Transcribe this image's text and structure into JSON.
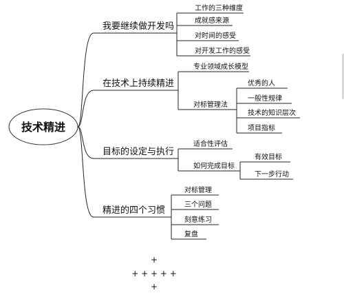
{
  "root": {
    "label": "技术精进"
  },
  "branches": [
    {
      "label": "我要继续做开发吗",
      "children": [
        {
          "label": "工作的三种维度"
        },
        {
          "label": "成就感来源"
        },
        {
          "label": "对时间的感受"
        },
        {
          "label": "对开发工作的感受"
        }
      ]
    },
    {
      "label": "在技术上持续精进",
      "children": [
        {
          "label": "专业领域成长模型"
        },
        {
          "label": "对标管理法",
          "children": [
            {
              "label": "优秀的人"
            },
            {
              "label": "一般性规律"
            },
            {
              "label": "技术的知识层次"
            },
            {
              "label": "项目指标"
            }
          ]
        }
      ]
    },
    {
      "label": "目标的设定与执行",
      "children": [
        {
          "label": "适合性评估"
        },
        {
          "label": "如何完成目标",
          "children": [
            {
              "label": "有效目标"
            },
            {
              "label": "下一步行动"
            }
          ]
        }
      ]
    },
    {
      "label": "精进的四个习惯",
      "children": [
        {
          "label": "对标管理"
        },
        {
          "label": "三个问题"
        },
        {
          "label": "刻意练习"
        },
        {
          "label": "复盘"
        }
      ]
    }
  ],
  "footer": {
    "line1": "+",
    "line2": "+ + + + +",
    "line3": "+"
  }
}
